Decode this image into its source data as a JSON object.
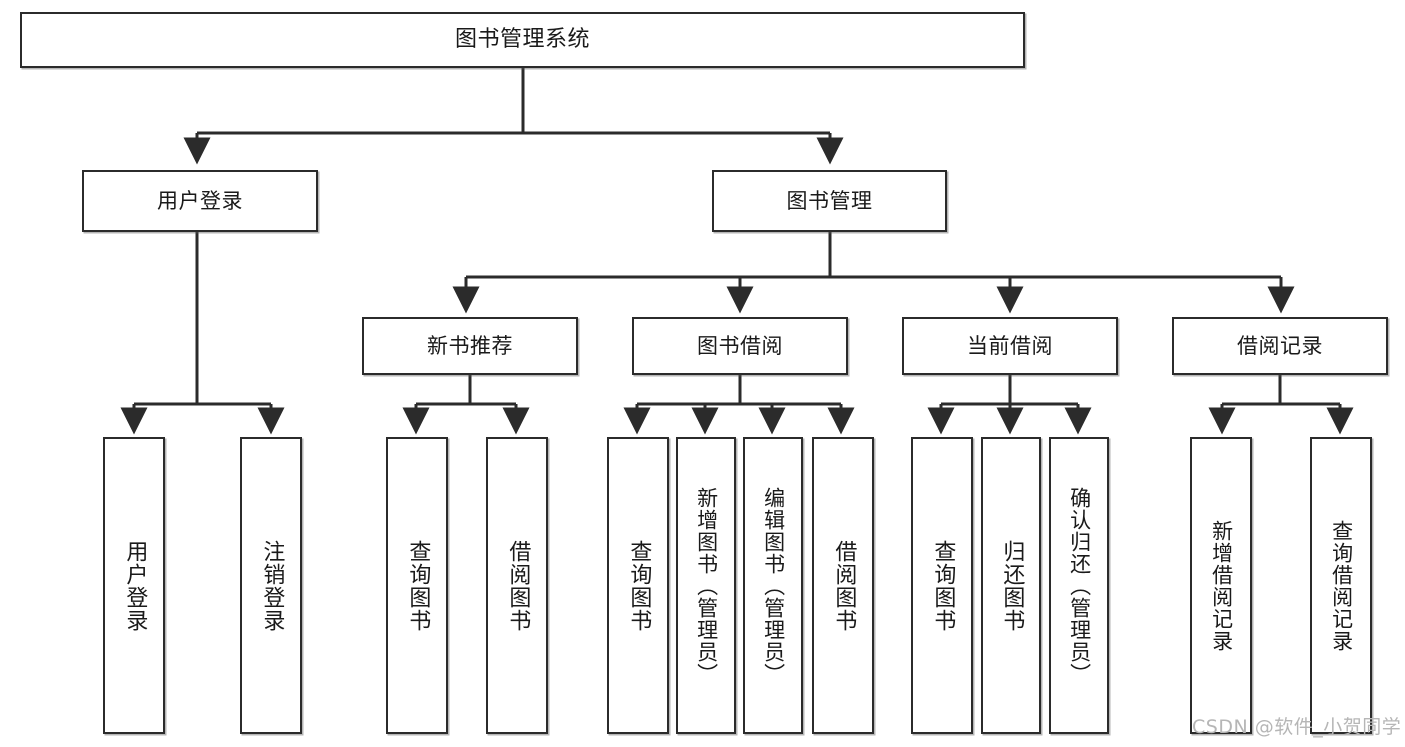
{
  "diagram": {
    "type": "tree-hierarchy-diagram",
    "title": "图书管理系统",
    "watermark": "CSDN @软件_小贺同学",
    "colors": {
      "box_border": "#2b2b2b",
      "box_fill": "#ffffff",
      "edge": "#2b2b2b",
      "text": "#1a1a1a",
      "watermark": "#b6b6b6"
    },
    "nodes": {
      "root": {
        "label": "图书管理系统",
        "level": 1
      },
      "level2": [
        {
          "id": "user-login",
          "label": "用户登录"
        },
        {
          "id": "book-manage",
          "label": "图书管理"
        }
      ],
      "level3": [
        {
          "id": "new-book-recommend",
          "label": "新书推荐",
          "parent": "book-manage"
        },
        {
          "id": "book-borrow",
          "label": "图书借阅",
          "parent": "book-manage"
        },
        {
          "id": "current-borrow",
          "label": "当前借阅",
          "parent": "book-manage"
        },
        {
          "id": "borrow-record",
          "label": "借阅记录",
          "parent": "book-manage"
        }
      ],
      "leaves": [
        {
          "id": "leaf-user-login",
          "label": "用户登录",
          "parent": "user-login"
        },
        {
          "id": "leaf-logout-login",
          "label": "注销登录",
          "parent": "user-login"
        },
        {
          "id": "leaf-query-book-1",
          "label": "查询图书",
          "parent": "new-book-recommend"
        },
        {
          "id": "leaf-borrow-book-1",
          "label": "借阅图书",
          "parent": "new-book-recommend"
        },
        {
          "id": "leaf-query-book-2",
          "label": "查询图书",
          "parent": "book-borrow"
        },
        {
          "id": "leaf-add-book",
          "label": "新增图书（管理员）",
          "parent": "book-borrow"
        },
        {
          "id": "leaf-edit-book",
          "label": "编辑图书（管理员）",
          "parent": "book-borrow"
        },
        {
          "id": "leaf-borrow-book-2",
          "label": "借阅图书",
          "parent": "book-borrow"
        },
        {
          "id": "leaf-query-book-3",
          "label": "查询图书",
          "parent": "current-borrow"
        },
        {
          "id": "leaf-return-book",
          "label": "归还图书",
          "parent": "current-borrow"
        },
        {
          "id": "leaf-confirm-return",
          "label": "确认归还（管理员）",
          "parent": "current-borrow"
        },
        {
          "id": "leaf-add-record",
          "label": "新增借阅记录",
          "parent": "borrow-record"
        },
        {
          "id": "leaf-query-record",
          "label": "查询借阅记录",
          "parent": "borrow-record"
        }
      ]
    }
  }
}
